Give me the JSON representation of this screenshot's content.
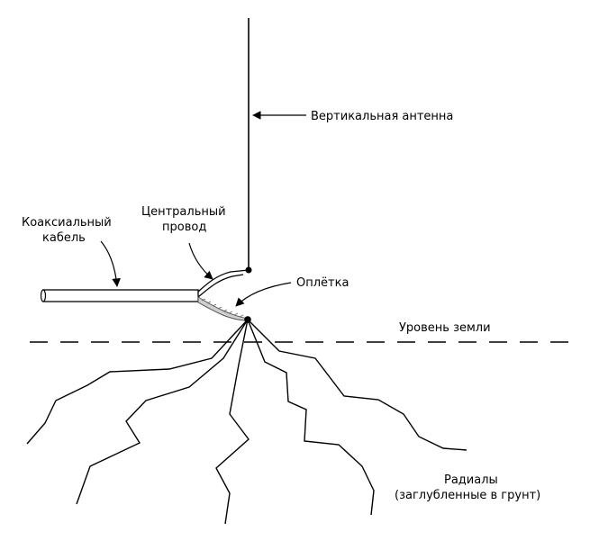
{
  "labels": {
    "vertical_antenna": "Вертикальная антенна",
    "center_wire_line1": "Центральный",
    "center_wire_line2": "провод",
    "coax_line1": "Коаксиальный",
    "coax_line2": "кабель",
    "braid": "Оплётка",
    "ground_level": "Уровень земли",
    "radials_line1": "Радиалы",
    "radials_line2": "(заглубленные в грунт)"
  }
}
